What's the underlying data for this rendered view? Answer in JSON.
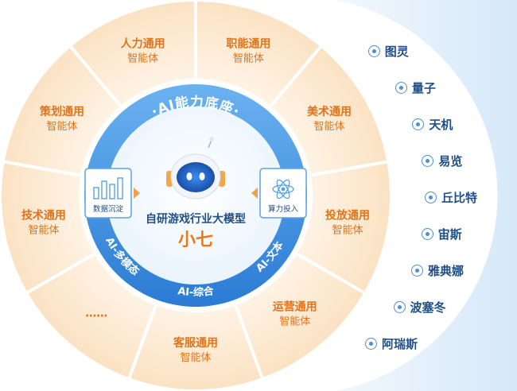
{
  "agents": [
    {
      "line1": "职能通用",
      "line2": "智能体"
    },
    {
      "line1": "美术通用",
      "line2": "智能体"
    },
    {
      "line1": "投放通用",
      "line2": "智能体"
    },
    {
      "line1": "运营通用",
      "line2": "智能体"
    },
    {
      "line1": "客服通用",
      "line2": "智能体"
    },
    {
      "line1": "……",
      "line2": ""
    },
    {
      "line1": "技术通用",
      "line2": "智能体"
    },
    {
      "line1": "策划通用",
      "line2": "智能体"
    },
    {
      "line1": "人力通用",
      "line2": "智能体"
    }
  ],
  "base": {
    "title": "·AI能力底座·",
    "data_label": "数据沉淀",
    "compute_label": "算力投入",
    "model_name": "自研游戏行业大模型",
    "bot_name": "小七",
    "arc_left": "AI-多模态",
    "arc_bottom": "AI-综合",
    "arc_right": "AI-文本"
  },
  "models": [
    {
      "name": "图灵",
      "icon": "turing-icon"
    },
    {
      "name": "量子",
      "icon": "quantum-icon"
    },
    {
      "name": "天机",
      "icon": "tianji-icon"
    },
    {
      "name": "易览",
      "icon": "yilan-icon"
    },
    {
      "name": "丘比特",
      "icon": "cupid-icon"
    },
    {
      "name": "宙斯",
      "icon": "zeus-icon"
    },
    {
      "name": "雅典娜",
      "icon": "athena-icon"
    },
    {
      "name": "波塞冬",
      "icon": "poseidon-icon"
    },
    {
      "name": "阿瑞斯",
      "icon": "ares-icon"
    }
  ],
  "colors": {
    "agent_text": "#e0741b",
    "agent_fill": "#fdeed8",
    "ring_blue": "#3f8fe0",
    "panel_blue": "#e6f1fb",
    "model_text": "#1f4f86"
  }
}
